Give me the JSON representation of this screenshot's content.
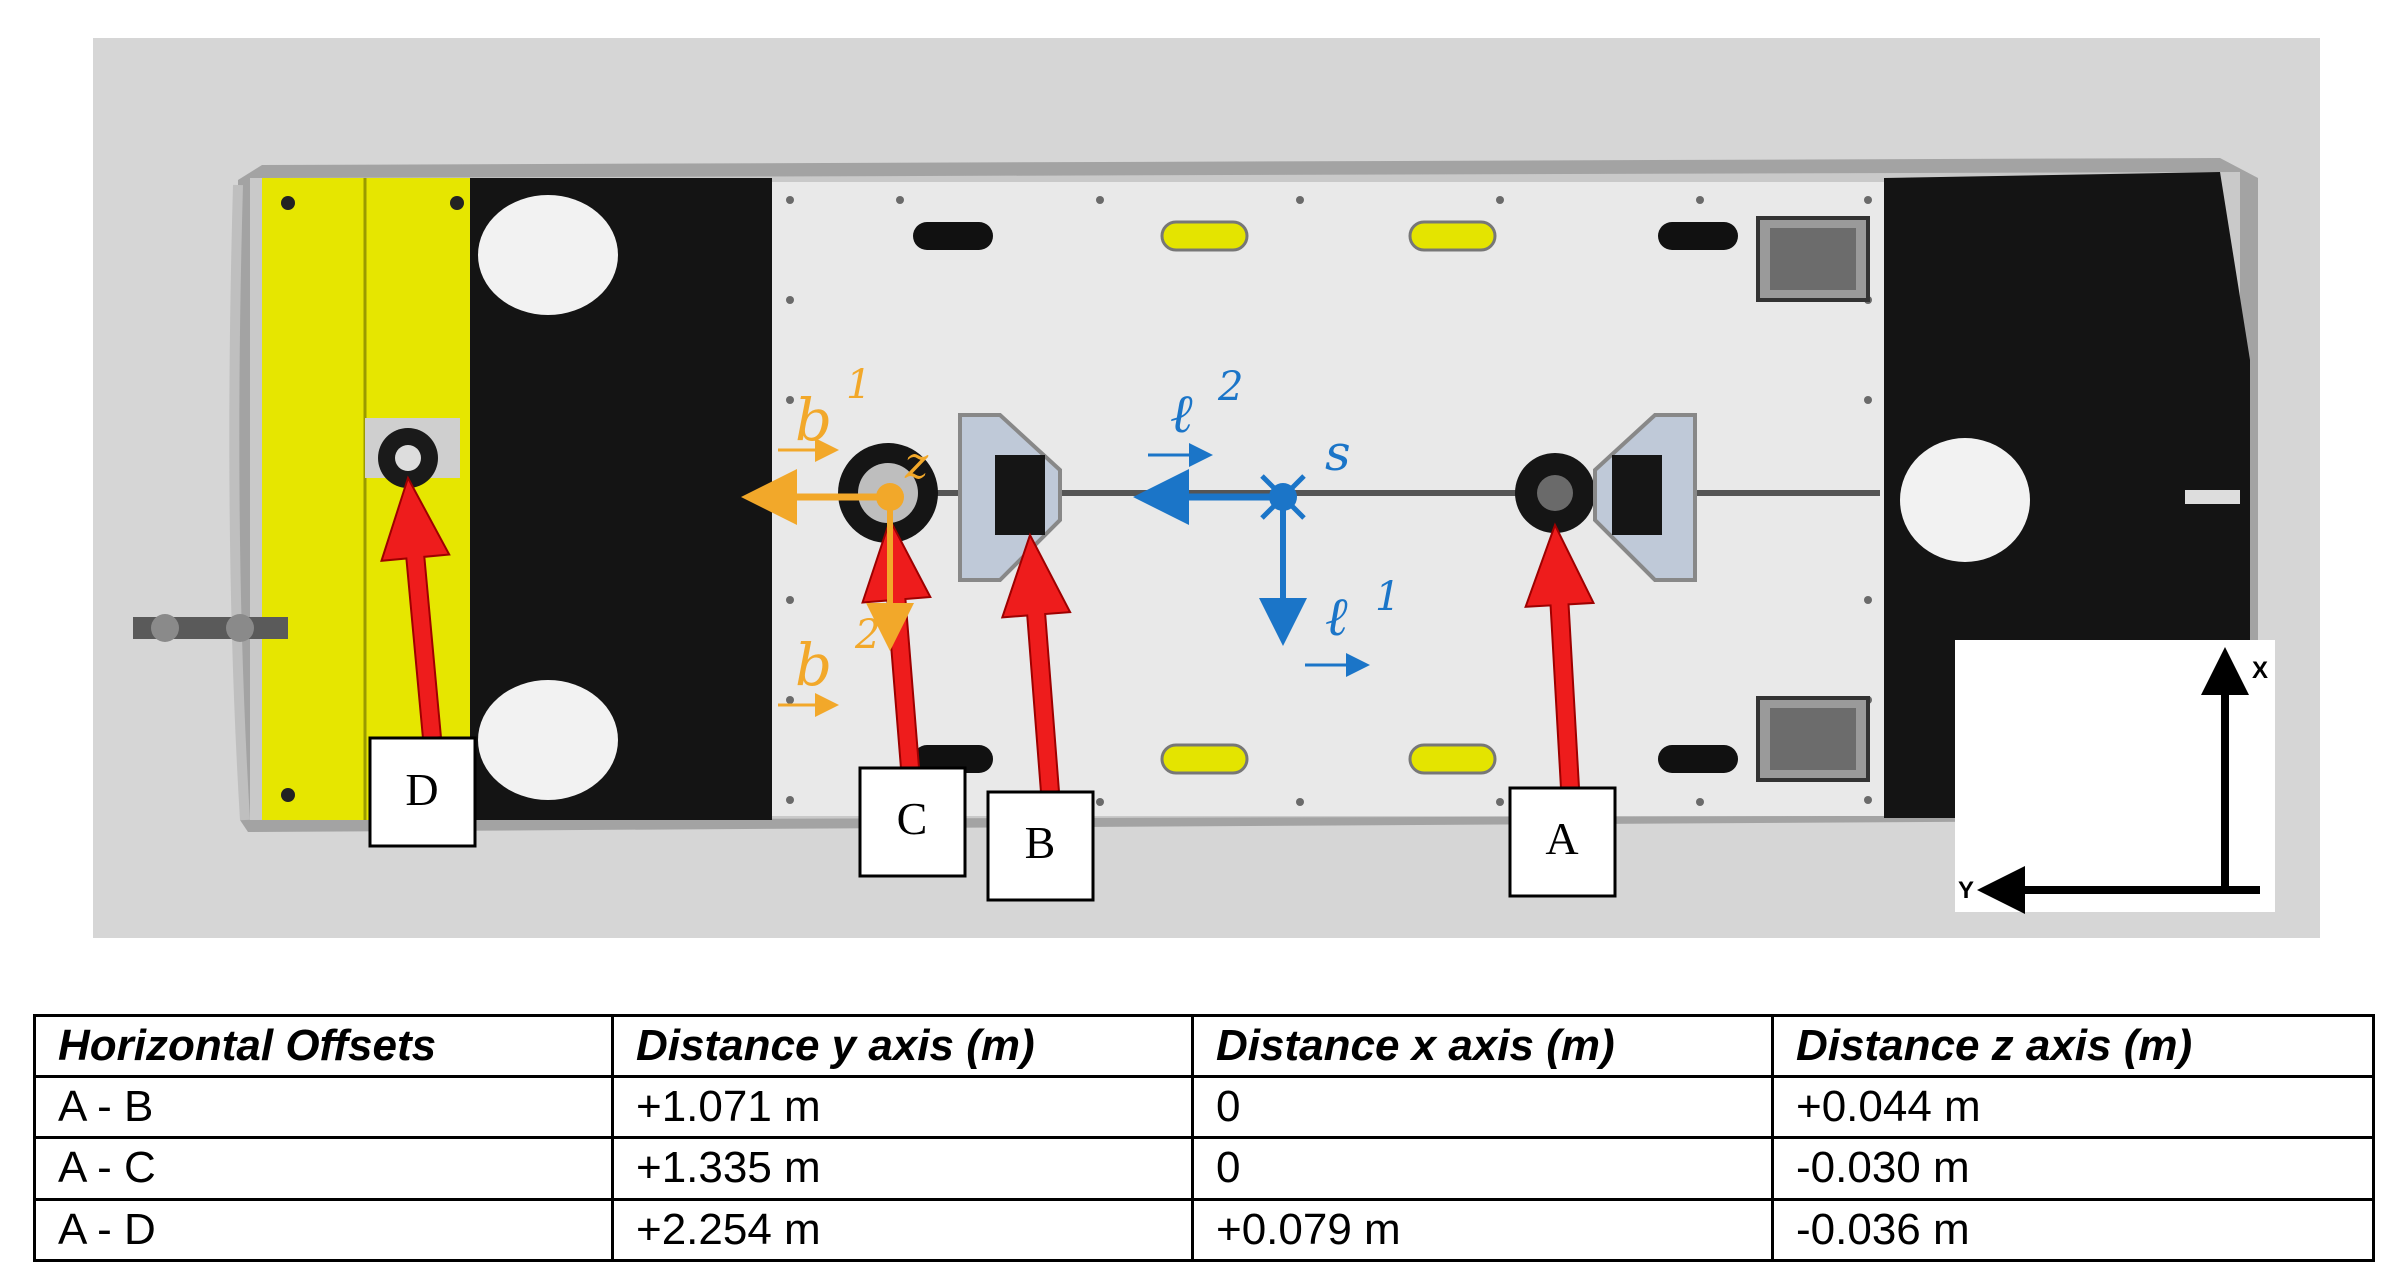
{
  "figure": {
    "points": [
      {
        "id": "a",
        "label": "A"
      },
      {
        "id": "b",
        "label": "B"
      },
      {
        "id": "c",
        "label": "C"
      },
      {
        "id": "d",
        "label": "D"
      }
    ],
    "frames": {
      "b_frame": {
        "vector_1": "b",
        "sup_1": "1",
        "vector_2": "b",
        "sup_2": "2",
        "axis_z": "z",
        "color": "#F2A82A"
      },
      "l_frame": {
        "vector_1": "ℓ",
        "sup_1": "1",
        "vector_2": "ℓ",
        "sup_2": "2",
        "origin": "s",
        "color": "#1B75C8"
      }
    },
    "axes_inset": {
      "x_label": "X",
      "y_label": "Y"
    },
    "colors": {
      "hull_yellow": "#E6E600",
      "deck": "#E9E9E9",
      "arrow_red": "#EE1C1C",
      "background": "#D6D6D6"
    }
  },
  "table": {
    "headers": [
      "Horizontal Offsets",
      "Distance y axis (m)",
      "Distance x axis (m)",
      "Distance z axis (m)"
    ],
    "rows": [
      [
        "A - B",
        "+1.071 m",
        "0",
        "+0.044 m"
      ],
      [
        "A - C",
        "+1.335 m",
        "0",
        "-0.030 m"
      ],
      [
        "A - D",
        "+2.254 m",
        "+0.079 m",
        "-0.036 m"
      ]
    ]
  }
}
